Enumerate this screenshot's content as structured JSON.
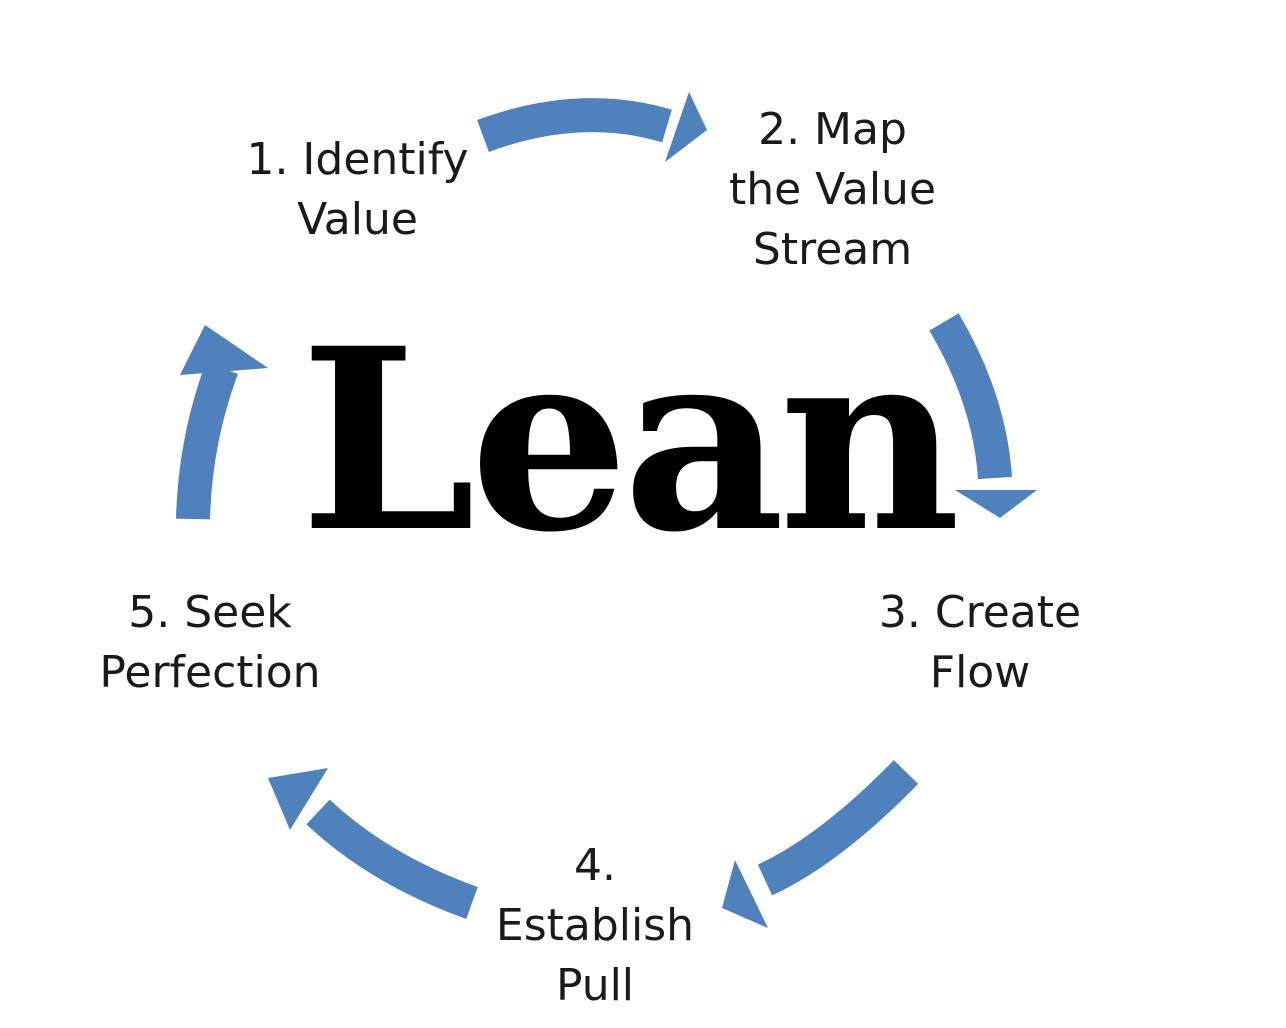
{
  "title": "Lean",
  "colors": {
    "arrow": "#4F81BD",
    "text": "#1a1a1a",
    "title": "#000000"
  },
  "steps": [
    {
      "label": "1. Identify\nValue"
    },
    {
      "label": "2. Map\nthe Value\nStream"
    },
    {
      "label": "3. Create\nFlow"
    },
    {
      "label": "4.\nEstablish\nPull"
    },
    {
      "label": "5. Seek\nPerfection"
    }
  ]
}
